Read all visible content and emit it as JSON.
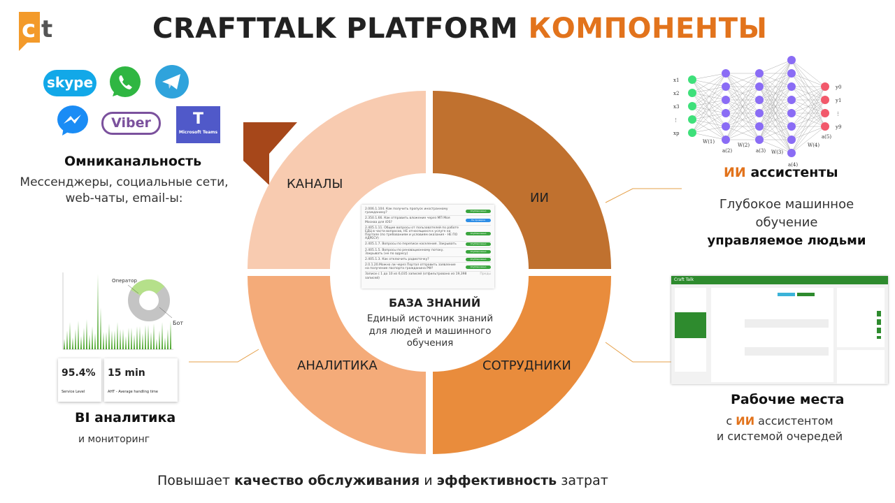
{
  "header": {
    "title_main": "CRAFTTALK PLATFORM",
    "title_accent": "КОМПОНЕНТЫ",
    "logo_text": "ct"
  },
  "colors": {
    "accent": "#e2731c",
    "ring_channels": "#f8cbb0",
    "ring_ai": "#c0712f",
    "ring_analytics": "#f4ab79",
    "ring_staff": "#e98c3c",
    "arrow": "#a6471a"
  },
  "channels": {
    "icons": [
      "skype-icon",
      "whatsapp-icon",
      "telegram-icon",
      "messenger-icon",
      "viber-icon",
      "microsoft-teams-icon"
    ],
    "skype_label": "skype",
    "viber_label": "Viber",
    "teams_label": "Microsoft Teams",
    "heading": "Омниканальность",
    "desc_line1": "Мессенджеры, социальные сети,",
    "desc_line2": "web-чаты, email-ы:"
  },
  "ring": {
    "channels": "КАНАЛЫ",
    "ai": "ИИ",
    "analytics": "АНАЛИТИКА",
    "staff": "СОТРУДНИКИ"
  },
  "knowledge_base": {
    "title": "БАЗА ЗНАНИЙ",
    "desc_line1": "Единый источник знаний",
    "desc_line2": "для людей и машинного",
    "desc_line3": "обучения",
    "rows": [
      {
        "text": "2.006.1.104. Как получить пропуск иностранному гражданину?",
        "status": "Опубликовано",
        "blue": false
      },
      {
        "text": "2.350.1.66. Как отправить вложение через МП Моя Москва для iOS?",
        "status": "На проверке",
        "blue": true
      },
      {
        "text": "2.405.1.11. Общие вопросы от пользователей по работе ЕДЦ в части вопросов, НЕ относящихся к услуге на Портале (по требованиям и условиям оказания - НЕ ПО АДРЕСУ)",
        "status": "Опубликовано",
        "blue": false
      },
      {
        "text": "2.405.1.7. Вопросы по переписи населения. Закрывать",
        "status": "Опубликовано",
        "blue": false
      },
      {
        "text": "2.405.1.5. Вопросы по реновационному потоку. Закрывать (не по адресу)",
        "status": "Опубликовано",
        "blue": false
      },
      {
        "text": "2.405.1.3. Как отключить радиоточку?",
        "status": "Опубликовано",
        "blue": false
      },
      {
        "text": "2.0.1.20.Можно ли через Портал отправить заявление на получение паспорта гражданина РФ?",
        "status": "Опубликовано",
        "blue": false
      }
    ],
    "footer": "Записи с 1 до 10 из 6,035 записей (отфильтровано из 19,398 записей)",
    "footer_prev": "Преды"
  },
  "ai": {
    "heading_accent": "ИИ",
    "heading_rest": "ассистенты",
    "desc_line1": "Глубокое машинное",
    "desc_line2": "обучение",
    "desc_line3": "управляемое людьми",
    "nn_inputs": [
      "x1",
      "x2",
      "x3",
      "⋮",
      "xp"
    ],
    "nn_outputs": [
      "y0",
      "y1",
      "⋮",
      "y9"
    ],
    "nn_weights": [
      "W(1)",
      "W(2)",
      "W(3)",
      "W(4)"
    ],
    "nn_activations": [
      "a(2)",
      "a(3)",
      "a(4)",
      "a(5)"
    ]
  },
  "analytics": {
    "pie_label_operator": "Оператор",
    "pie_label_bot": "Бот",
    "pie_operator_share": 0.3,
    "kpi1_value": "95.4%",
    "kpi1_label": "Service Level",
    "kpi2_value": "15 min",
    "kpi2_label": "AHT - Average handling time",
    "heading": "BI аналитика",
    "desc": "и мониторинг"
  },
  "workplace": {
    "app_name": "Craft Talk",
    "heading": "Рабочие места",
    "desc_prefix": "с",
    "desc_accent": "ИИ",
    "desc_rest": "ассистентом",
    "desc_line2": "и системой очередей"
  },
  "footer": {
    "part1": "Повышает",
    "bold1": "качество обслуживания",
    "part2": "и",
    "bold2": "эффективность",
    "part3": "затрат"
  }
}
